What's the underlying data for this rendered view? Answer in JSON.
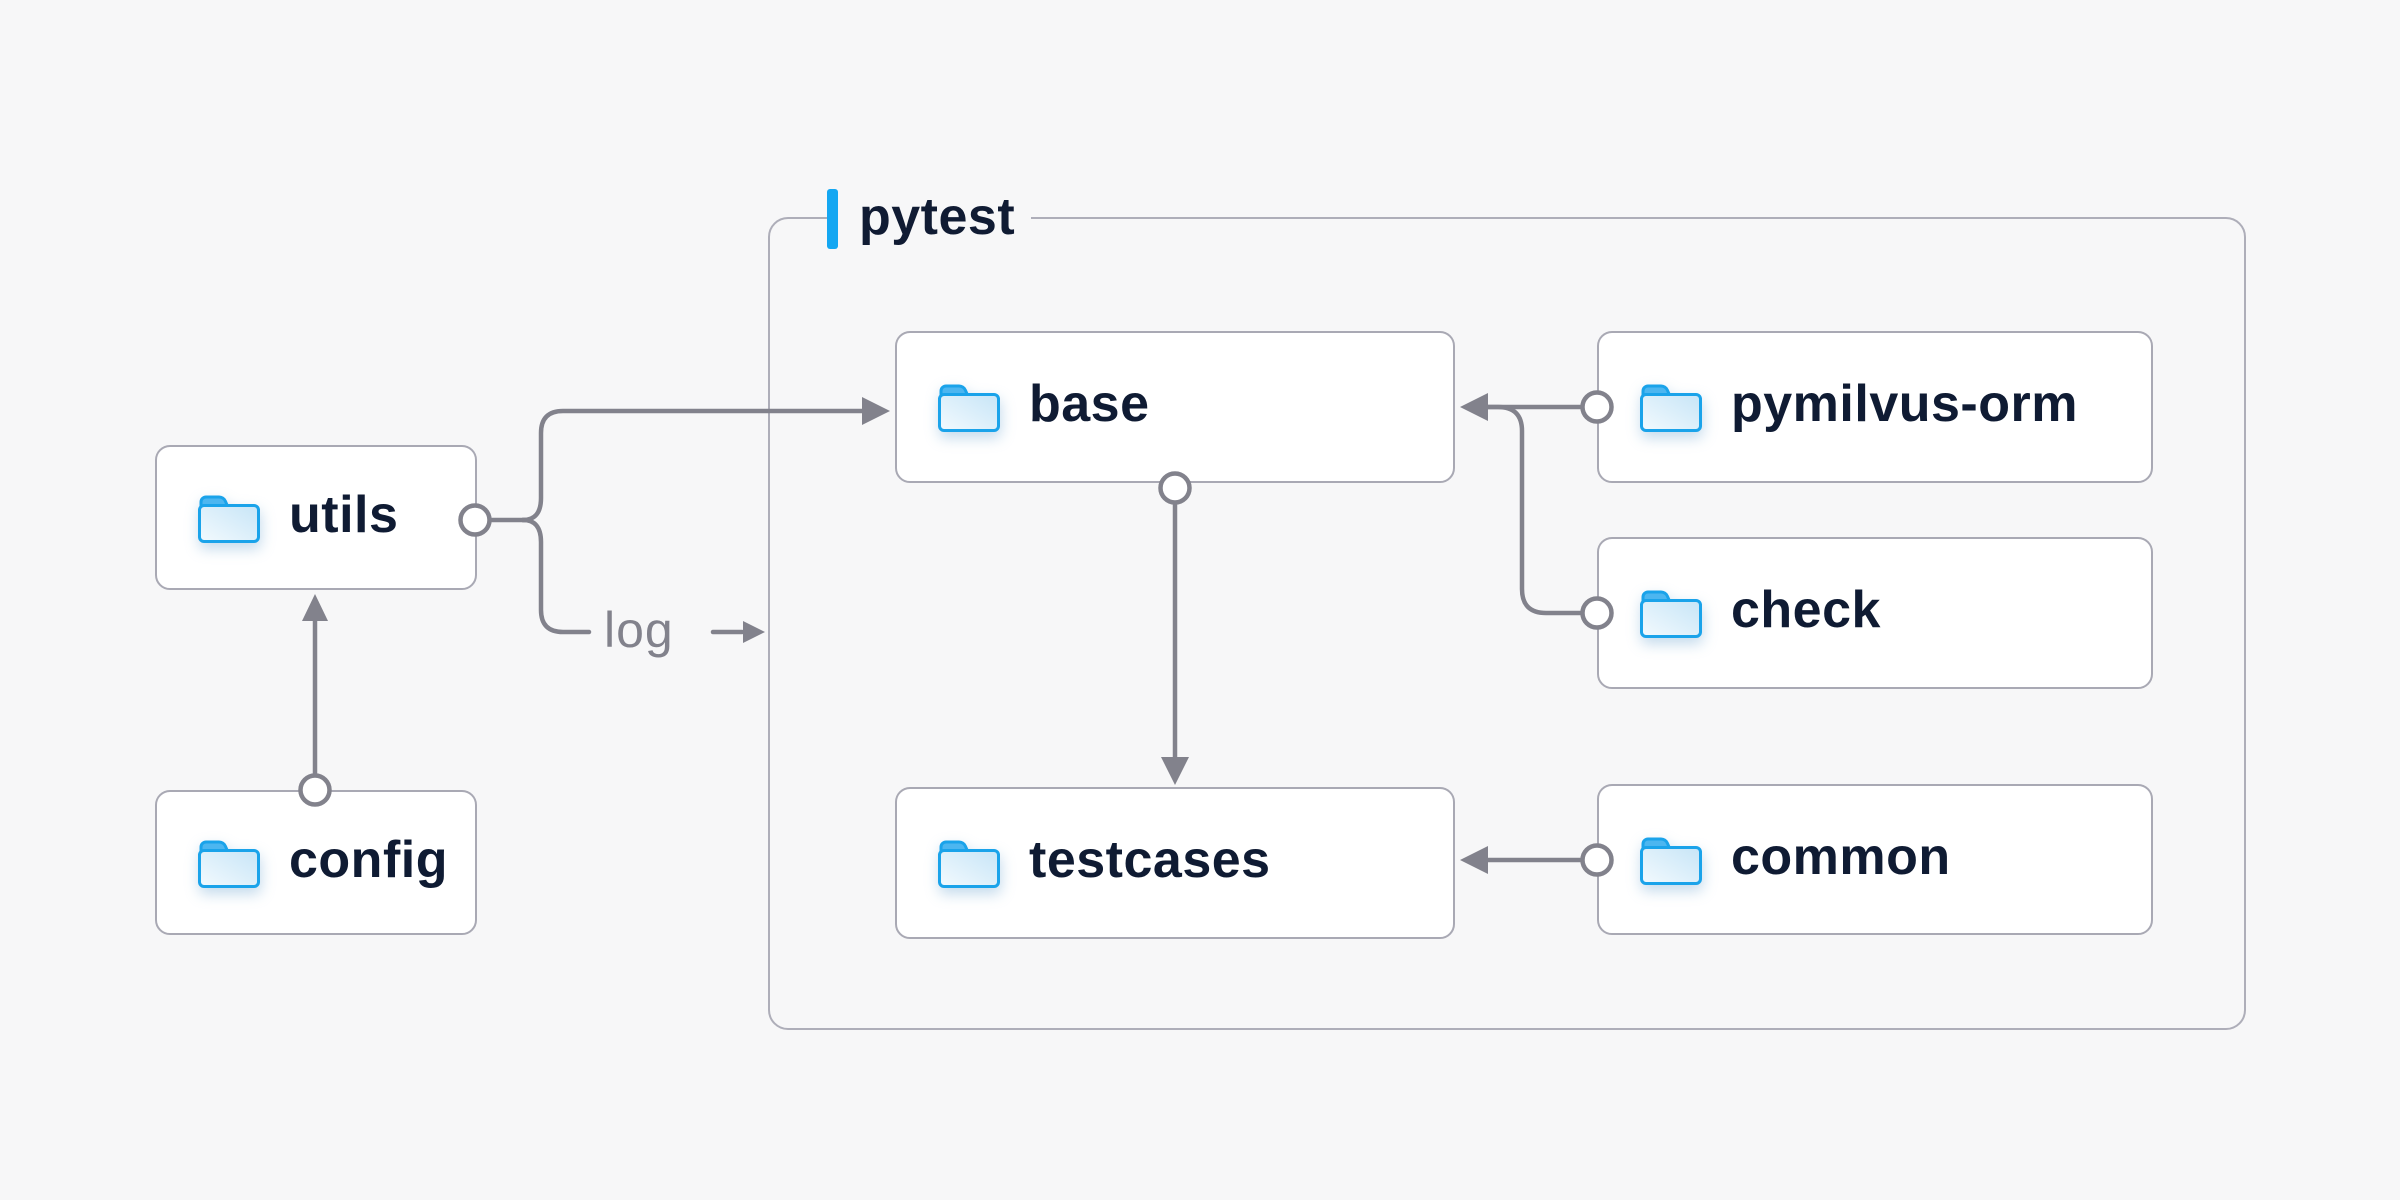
{
  "diagram": {
    "group": {
      "label": "pytest"
    },
    "nodes": [
      {
        "id": "utils",
        "label": "utils",
        "icon": "folder-icon",
        "group": null
      },
      {
        "id": "config",
        "label": "config",
        "icon": "folder-icon",
        "group": null
      },
      {
        "id": "base",
        "label": "base",
        "icon": "folder-icon",
        "group": "pytest"
      },
      {
        "id": "pymilvus-orm",
        "label": "pymilvus-orm",
        "icon": "folder-icon",
        "group": "pytest"
      },
      {
        "id": "check",
        "label": "check",
        "icon": "folder-icon",
        "group": "pytest"
      },
      {
        "id": "testcases",
        "label": "testcases",
        "icon": "folder-icon",
        "group": "pytest"
      },
      {
        "id": "common",
        "label": "common",
        "icon": "folder-icon",
        "group": "pytest"
      }
    ],
    "edges": [
      {
        "from": "config",
        "to": "utils",
        "label": ""
      },
      {
        "from": "utils",
        "to": "base",
        "label": ""
      },
      {
        "from": "utils",
        "to": "pytest-group",
        "label": "log"
      },
      {
        "from": "pymilvus-orm",
        "to": "base",
        "label": ""
      },
      {
        "from": "check",
        "to": "base",
        "label": ""
      },
      {
        "from": "base",
        "to": "testcases",
        "label": ""
      },
      {
        "from": "common",
        "to": "testcases",
        "label": ""
      }
    ],
    "colors": {
      "background": "#f7f7f8",
      "node_fill": "#ffffff",
      "node_border": "#a9a9b4",
      "group_border": "#aeaeb9",
      "connector": "#82828c",
      "text": "#0f1b33",
      "accent_bar": "#14a7f2",
      "folder_outline": "#1aa3ea",
      "folder_tab": "#4cb6f0"
    }
  }
}
